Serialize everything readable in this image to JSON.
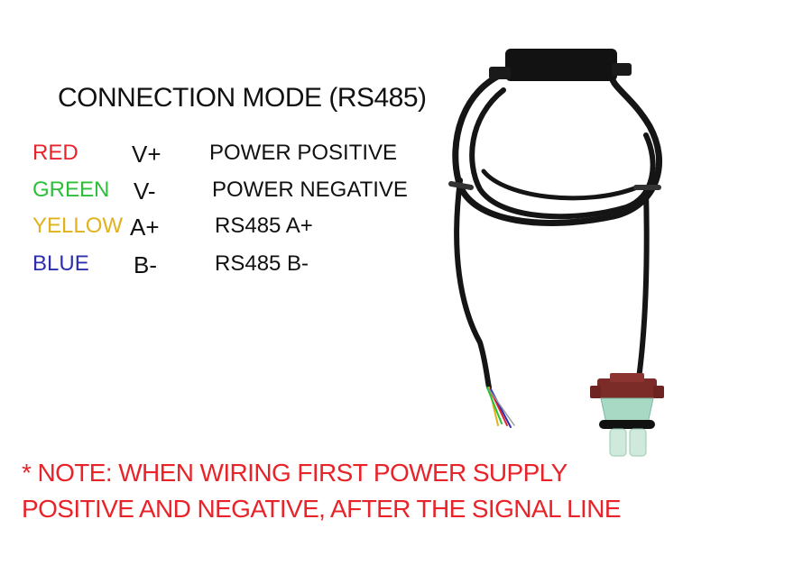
{
  "title": "CONNECTION MODE (RS485)",
  "wires": [
    {
      "color_name": "RED",
      "color": "#e8232a",
      "symbol": "V+",
      "description": "POWER POSITIVE"
    },
    {
      "color_name": "GREEN",
      "color": "#2dbf3a",
      "symbol": "V-",
      "description": "POWER NEGATIVE"
    },
    {
      "color_name": "YELLOW",
      "color": "#e0b21c",
      "symbol": "A+",
      "description": "RS485 A+"
    },
    {
      "color_name": "BLUE",
      "color": "#2b2fae",
      "symbol": "B-",
      "description": "RS485 B-"
    }
  ],
  "note": {
    "line1": "* NOTE: WHEN WIRING FIRST POWER SUPPLY",
    "line2": "POSITIVE AND NEGATIVE, AFTER THE SIGNAL LINE",
    "color": "#e8232a"
  },
  "product_image": "sensor-cable-icon"
}
